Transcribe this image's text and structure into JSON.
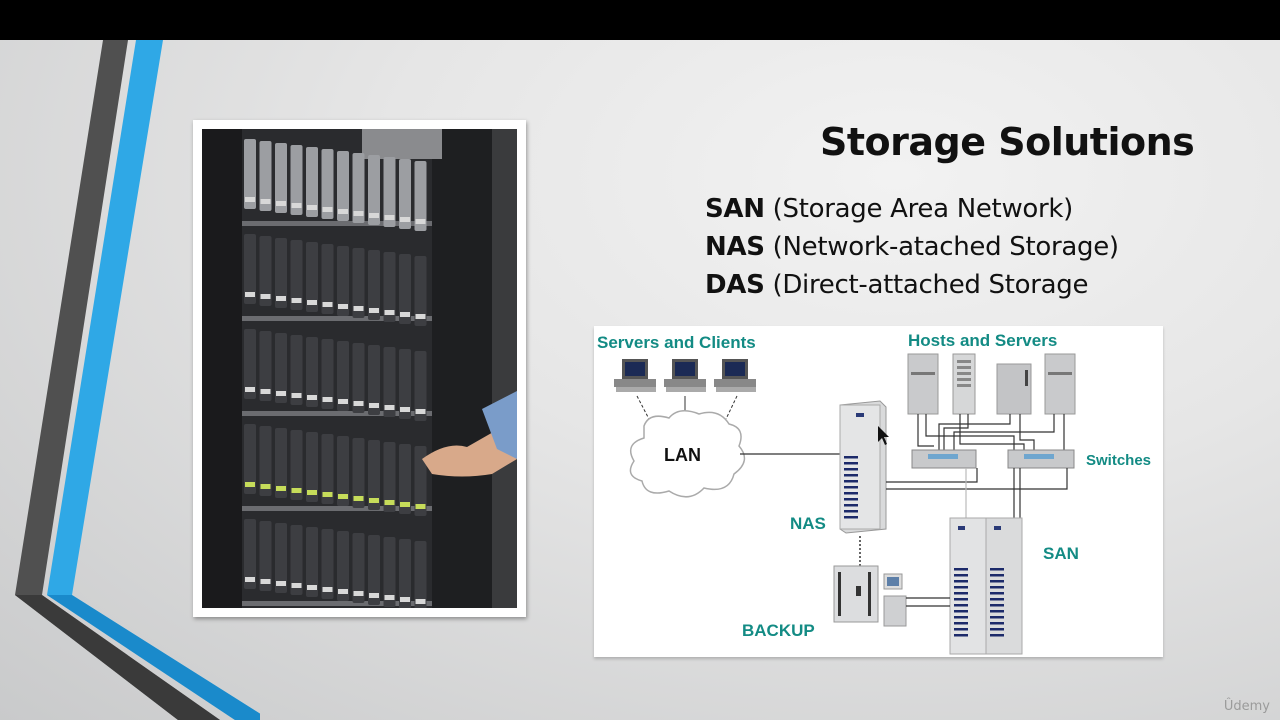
{
  "slide": {
    "title": "Storage Solutions",
    "bullets": [
      {
        "term": "SAN",
        "desc": " (Storage Area Network)"
      },
      {
        "term": "NAS",
        "desc": " (Network-atached Storage)"
      },
      {
        "term": "DAS",
        "desc": " (Direct-attached Storage"
      }
    ],
    "photo_icon": "server-rack-photo",
    "accent_colors": {
      "blue": "#2fa8e6",
      "blue_dark": "#1a8acb",
      "gray": "#505050",
      "gray_dark": "#3a3a3a"
    }
  },
  "diagram": {
    "labels": {
      "servers_clients": "Servers and Clients",
      "hosts_servers": "Hosts and Servers",
      "lan": "LAN",
      "nas": "NAS",
      "switches": "Switches",
      "san": "SAN",
      "backup": "BACKUP"
    },
    "label_color": "#138b84"
  },
  "watermark": "Ûdemy"
}
